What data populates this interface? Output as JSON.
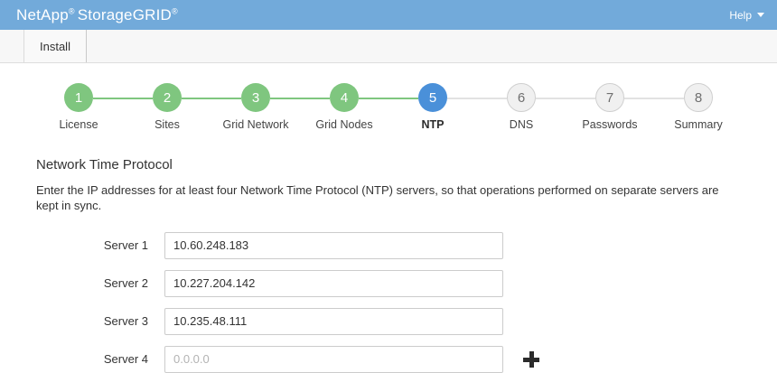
{
  "banner": {
    "brand_name": "NetApp",
    "brand_reg": "®",
    "product_name": "StorageGRID",
    "product_reg": "®",
    "help_label": "Help",
    "help_caret_icon": "chevron-down-icon",
    "background_color": "#72aada"
  },
  "tabs": [
    {
      "label": "Install",
      "active": true
    }
  ],
  "wizard": {
    "steps": [
      {
        "number": "1",
        "label": "License",
        "state": "complete"
      },
      {
        "number": "2",
        "label": "Sites",
        "state": "complete"
      },
      {
        "number": "3",
        "label": "Grid Network",
        "state": "complete"
      },
      {
        "number": "4",
        "label": "Grid Nodes",
        "state": "complete"
      },
      {
        "number": "5",
        "label": "NTP",
        "state": "current"
      },
      {
        "number": "6",
        "label": "DNS",
        "state": "pending"
      },
      {
        "number": "7",
        "label": "Passwords",
        "state": "pending"
      },
      {
        "number": "8",
        "label": "Summary",
        "state": "pending"
      }
    ],
    "complete_color": "#7fc67f",
    "current_color": "#4a90d9",
    "pending_color": "#f0f0f0"
  },
  "main": {
    "heading": "Network Time Protocol",
    "description": "Enter the IP addresses for at least four Network Time Protocol (NTP) servers, so that operations performed on separate servers are kept in sync.",
    "servers": [
      {
        "label": "Server 1",
        "value": "10.60.248.183",
        "placeholder": "0.0.0.0",
        "has_add": false
      },
      {
        "label": "Server 2",
        "value": "10.227.204.142",
        "placeholder": "0.0.0.0",
        "has_add": false
      },
      {
        "label": "Server 3",
        "value": "10.235.48.111",
        "placeholder": "0.0.0.0",
        "has_add": false
      },
      {
        "label": "Server 4",
        "value": "",
        "placeholder": "0.0.0.0",
        "has_add": true
      }
    ],
    "add_icon": "plus-icon"
  }
}
